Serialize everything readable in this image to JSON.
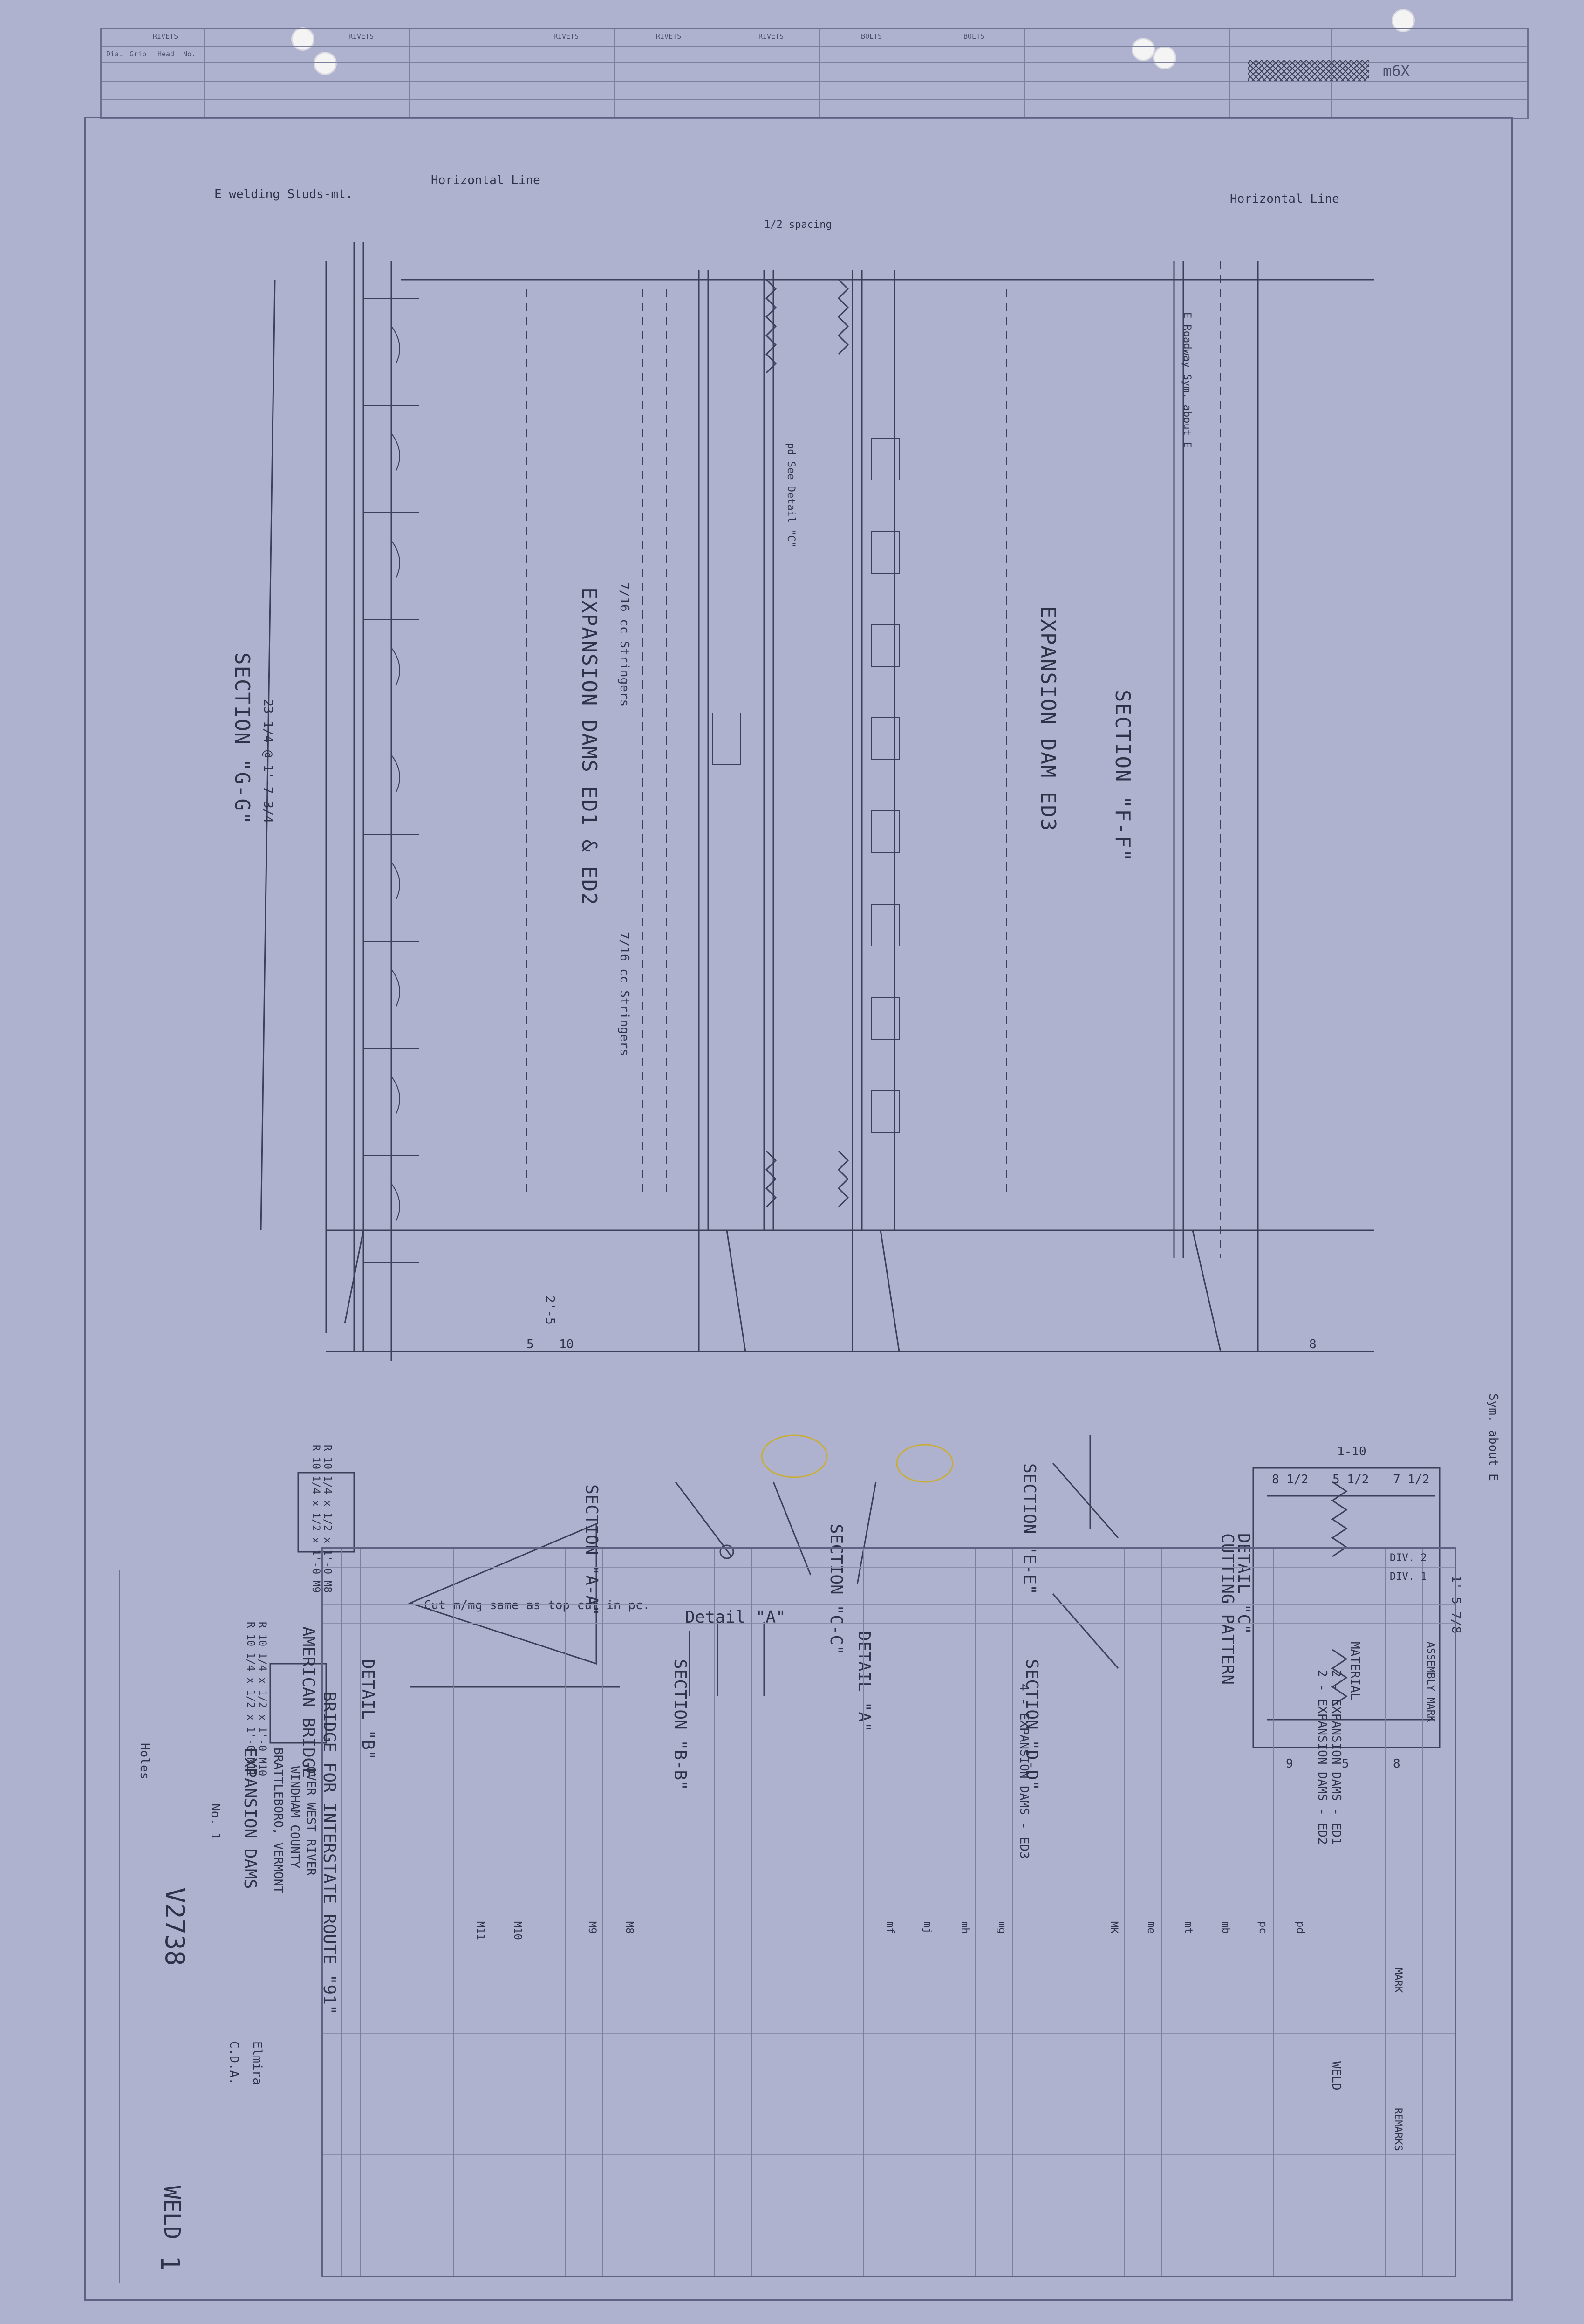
{
  "header": {
    "columns": [
      "RIVETS",
      "RIVETS",
      "RIVETS",
      "RIVETS",
      "RIVETS",
      "BOLTS",
      "BOLTS"
    ],
    "sub_labels": [
      "Dia.",
      "Grip",
      "Head",
      "No."
    ],
    "corner_note": "m6X"
  },
  "views": {
    "left_section": "SECTION \"G-G\"",
    "left_dim": "23 1/4 @ 1'-7 3/4",
    "center_title": "EXPANSION DAMS ED1 & ED2",
    "center_dim1": "7/16 cc Stringers",
    "center_dim2": "7/16 cc Stringers",
    "right_title": "EXPANSION DAM ED3",
    "right_section": "SECTION \"F-F\"",
    "horizontal_line_1": "Horizontal Line",
    "horizontal_line_2": "Horizontal Line",
    "welding_note": "E welding Studs-mt.",
    "finger_spacing": "1/2 spacing",
    "sym_note": "E Roadway Sym. about E",
    "see_detail": "pd See Detail \"C\"",
    "dim_25": "2'-5",
    "dim_10": "10",
    "dim_8": "8",
    "dim_5": "5"
  },
  "details": {
    "section_aa": "SECTION \"A-A\"",
    "section_bb": "SECTION \"B-B\"",
    "section_cc": "SECTION \"C-C\"",
    "section_dd": "SECTION \"D-D\"",
    "section_ee": "SECTION \"E-E\"",
    "detail_a": "Detail \"A\"",
    "detail_a2": "DETAIL \"A\"",
    "detail_b": "DETAIL \"B\"",
    "detail_c": "DETAIL \"C\"",
    "cutting_pattern": "CUTTING PATTERN",
    "cut_note": "Cut m/mg same as top cut in pc.",
    "holes_note": "Holes",
    "plate_m8": "R 10 1/4 x 1/2 x 1'-0 M8",
    "plate_m9": "R 10 1/4 x 1/2 x 1'-0 M9",
    "plate_m10": "R 10 1/4 x 1/2 x 1'-0 M10",
    "plate_m11": "R 10 1/4 x 1/2 x 1'-0 M11",
    "dim_1_10": "1-10",
    "dim_15_7_8": "1'-5 7/8",
    "sym_about": "Sym. about E",
    "dims_bottom": [
      "9",
      "5",
      "8"
    ],
    "dims_top": [
      "8 1/2",
      "5 1/2",
      "7 1/2"
    ]
  },
  "bom": {
    "div": [
      "DIV. 2",
      "DIV. 1"
    ],
    "headers": [
      "MATERIAL",
      "ASSEMBLY MARK",
      "MARK",
      "REMARKS"
    ],
    "group_rows": [
      "2 - EXPANSION DAMS - ED1",
      "2 - EXPANSION DAMS - ED2",
      "4 - EXPANSION DAMS - ED3"
    ],
    "weld_mark": "WELD",
    "row_labels": [
      "pd",
      "pc",
      "mb",
      "mt",
      "me",
      "MK",
      "mg",
      "mh",
      "mj",
      "mf",
      "M8",
      "M9",
      "M10",
      "M11"
    ]
  },
  "title_block": {
    "company": "AMERICAN BRIDGE",
    "project_line1": "BRIDGE FOR INTERSTATE ROUTE \"91\"",
    "project_line2": "OVER WEST RIVER",
    "project_line3": "WINDHAM COUNTY",
    "project_line4": "BRATTLEBORO, VERMONT",
    "drawing_title": "EXPANSION DAMS",
    "drawing_no": "V2738",
    "sheet": "1",
    "weld": "WELD",
    "made_at": "Elmira",
    "checked": "C.D.A.",
    "contract": "No. 1"
  }
}
